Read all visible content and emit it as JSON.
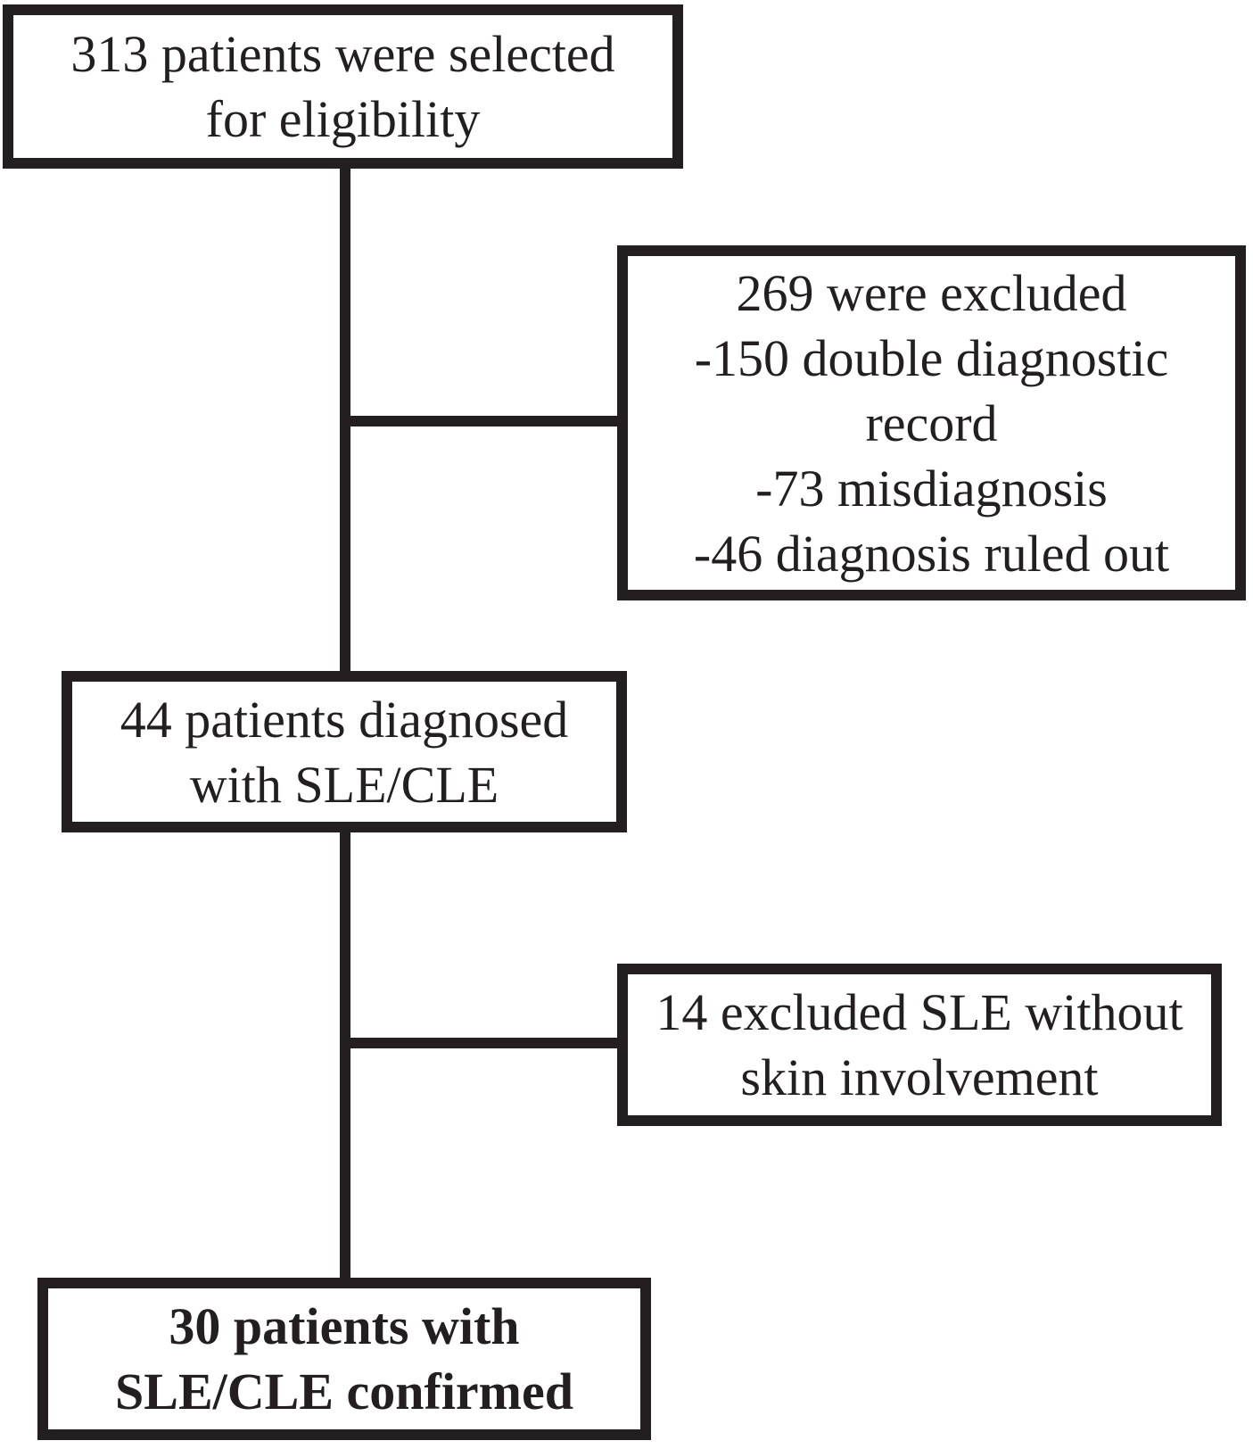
{
  "diagram": {
    "type": "flowchart",
    "description": "Patient selection flow diagram",
    "colors": {
      "line": "#231f20",
      "background": "#ffffff",
      "text": "#231f20"
    },
    "boxes": {
      "eligibility": {
        "lines": [
          "313 patients were selected",
          "for eligibility"
        ],
        "count": 313
      },
      "excluded_first": {
        "lines": [
          "269 were excluded",
          "-150 double diagnostic",
          "record",
          "-73 misdiagnosis",
          "-46 diagnosis ruled out"
        ],
        "count": 269,
        "reasons": [
          {
            "label": "double diagnostic record",
            "count": 150
          },
          {
            "label": "misdiagnosis",
            "count": 73
          },
          {
            "label": "diagnosis ruled out",
            "count": 46
          }
        ]
      },
      "diagnosed": {
        "lines": [
          "44 patients diagnosed",
          "with SLE/CLE"
        ],
        "count": 44
      },
      "excluded_second": {
        "lines": [
          "14 excluded SLE without",
          "skin involvement"
        ],
        "count": 14
      },
      "confirmed": {
        "lines": [
          "30 patients with",
          "SLE/CLE confirmed"
        ],
        "count": 30
      }
    }
  }
}
